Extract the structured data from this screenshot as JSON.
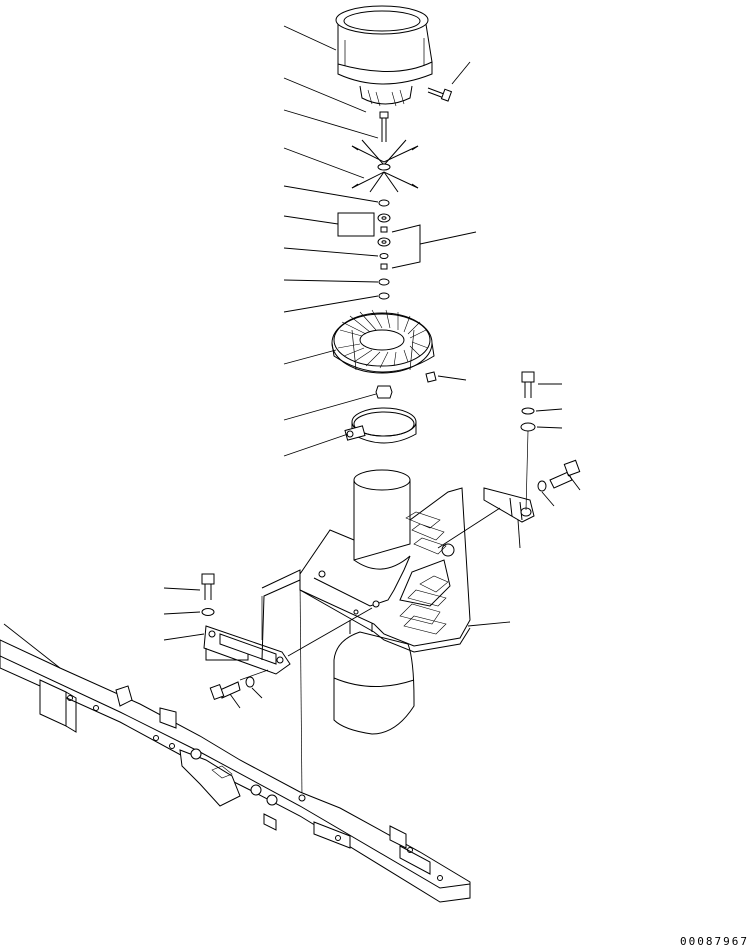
{
  "drawing": {
    "id_label": "00087967",
    "parts": [
      "air-cleaner-cap",
      "cap-bolt",
      "center-bolt",
      "deflector-vanes",
      "washer-1",
      "nut-1",
      "nut-2",
      "washer-2",
      "washer-3",
      "washer-4",
      "fan-impeller",
      "impeller-nut",
      "side-screw",
      "hose-clamp",
      "intake-pipe",
      "mounting-bracket",
      "bracket-bolt-right",
      "bracket-washer-right-1",
      "bracket-washer-right-2",
      "stay-bolt-right",
      "stay-washer-right",
      "stay-right",
      "bracket-bolt-left",
      "bracket-washer-left",
      "plate-left",
      "plate-bolt-left",
      "plate-washer-left",
      "frame-rail"
    ]
  }
}
